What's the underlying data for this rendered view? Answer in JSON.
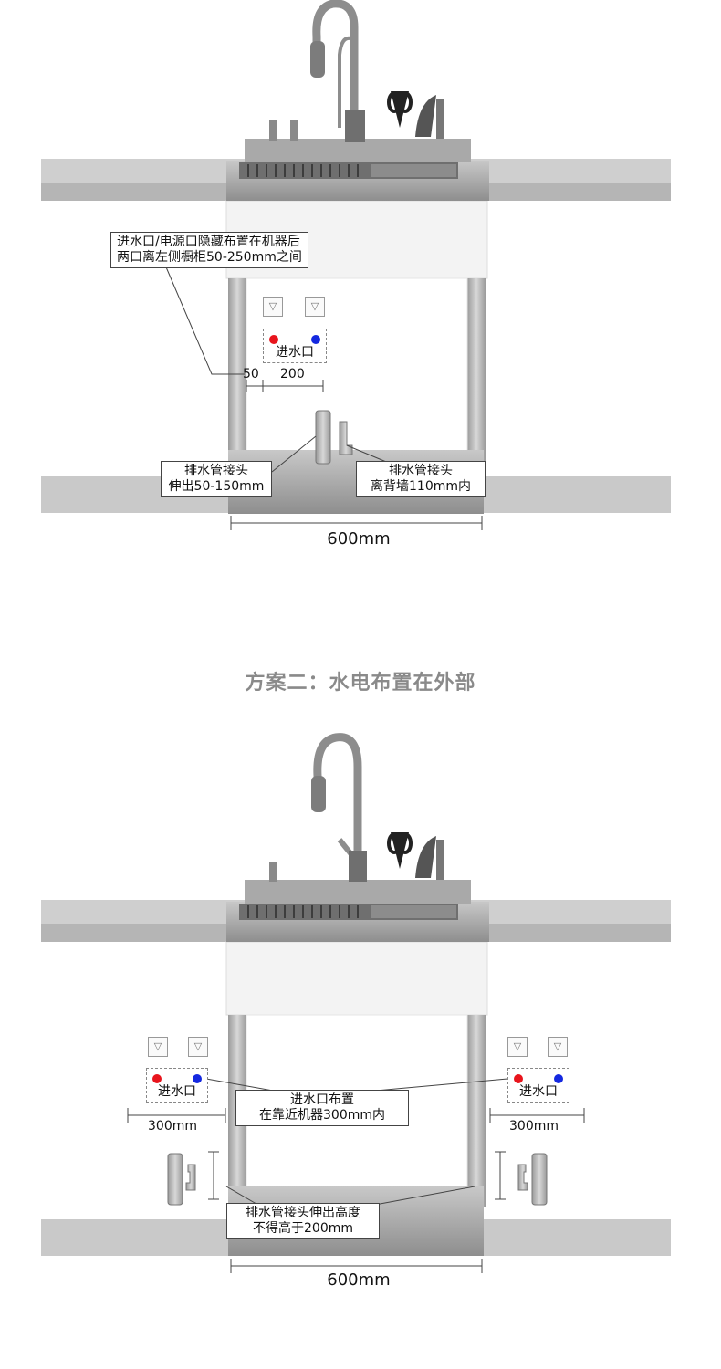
{
  "plan1": {
    "callout_top": [
      "进水口/电源口隐藏布置在机器后",
      "两口离左侧橱柜50-250mm之间"
    ],
    "inlet_label": "进水口",
    "dim_50": "50",
    "dim_200": "200",
    "drain_left": [
      "排水管接头",
      "伸出50-150mm"
    ],
    "drain_right": [
      "排水管接头",
      "离背墙110mm内"
    ],
    "width_label": "600mm"
  },
  "plan2": {
    "title": "方案二：水电布置在外部",
    "inlet_label_left": "进水口",
    "inlet_label_right": "进水口",
    "callout_inlet": [
      "进水口布置",
      "在靠近机器300mm内"
    ],
    "dim_left": "300mm",
    "dim_right": "300mm",
    "drain_callout": [
      "排水管接头伸出高度",
      "不得高于200mm"
    ],
    "width_label": "600mm"
  },
  "colors": {
    "hot": "#e8141c",
    "cold": "#1428e0",
    "counter": "#c9c9c9",
    "steel": "#9a9a9a"
  },
  "icons": [
    "socket-icon",
    "faucet-icon",
    "knife-holder-icon",
    "drain-pipe-icon",
    "soap-dispenser-icon"
  ]
}
